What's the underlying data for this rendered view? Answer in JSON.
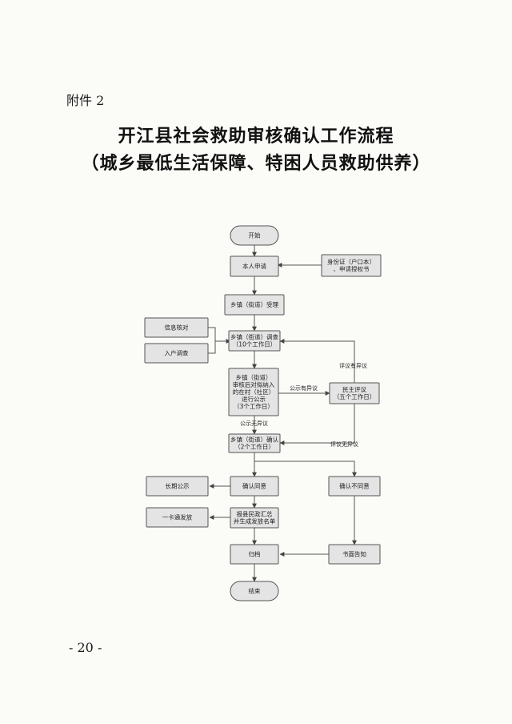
{
  "header": {
    "attachment": "附件 2",
    "title_line1": "开江县社会救助审核确认工作流程",
    "title_line2": "（城乡最低生活保障、特困人员救助供养）"
  },
  "footer": {
    "page_number": "- 20 -"
  },
  "flowchart": {
    "nodes": {
      "start": {
        "lines": [
          "开始"
        ]
      },
      "apply": {
        "lines": [
          "本人申请"
        ]
      },
      "docs": {
        "lines": [
          "身份证（户口本）",
          "、申请授权书"
        ]
      },
      "accept": {
        "lines": [
          "乡镇（街道）受理"
        ]
      },
      "info_check": {
        "lines": [
          "信息核对"
        ]
      },
      "home_visit": {
        "lines": [
          "入户调查"
        ]
      },
      "investigate": {
        "lines": [
          "乡镇（街道）调查",
          "（10个工作日）"
        ]
      },
      "publicize": {
        "lines": [
          "乡镇（街道）",
          "审核后对拟纳入",
          "的在村（社区）",
          "进行公示",
          "（3个工作日）"
        ]
      },
      "review": {
        "lines": [
          "民主评议",
          "（五个工作日）"
        ]
      },
      "confirm": {
        "lines": [
          "乡镇（街道）确认",
          "（2个工作日）"
        ]
      },
      "agree": {
        "lines": [
          "确认同意"
        ]
      },
      "disagree": {
        "lines": [
          "确认不同意"
        ]
      },
      "long_public": {
        "lines": [
          "长期公示"
        ]
      },
      "report": {
        "lines": [
          "报县民政汇总",
          "并生成发放名单"
        ]
      },
      "card_pay": {
        "lines": [
          "一卡通发放"
        ]
      },
      "archive": {
        "lines": [
          "归档"
        ]
      },
      "written_notice": {
        "lines": [
          "书面告知"
        ]
      },
      "end": {
        "lines": [
          "结束"
        ]
      }
    },
    "edge_labels": {
      "review_objection": "评议有异议",
      "public_objection": "公示有异议",
      "public_no_objection": "公示无异议",
      "review_no_objection": "评议无异议"
    }
  }
}
